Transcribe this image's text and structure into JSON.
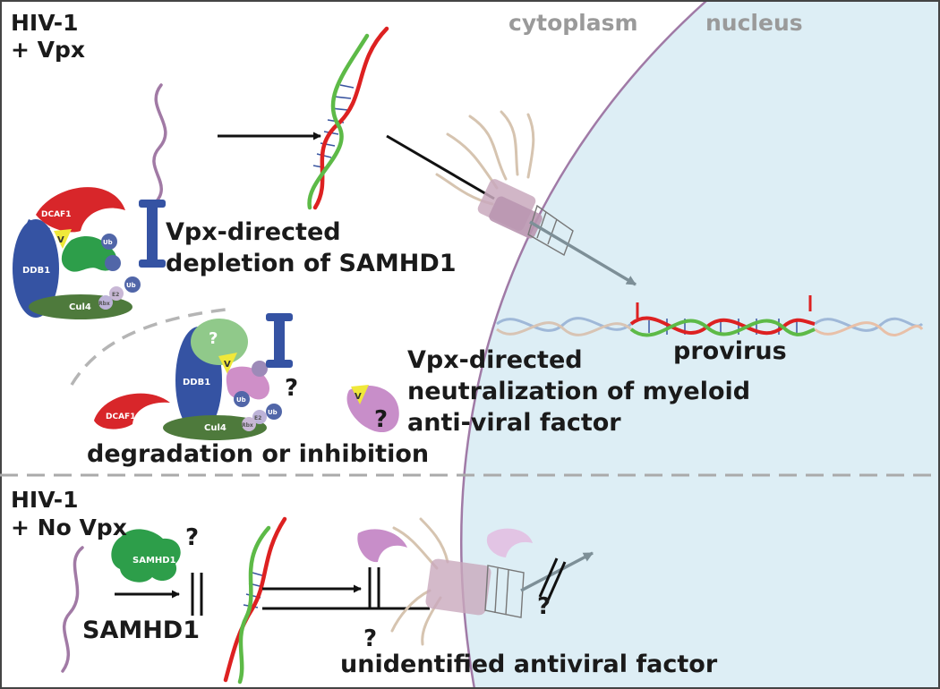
{
  "regions": {
    "cytoplasm": "cytoplasm",
    "nucleus": "nucleus"
  },
  "top_panel": {
    "condition_line1": "HIV-1",
    "condition_line2": "+ Vpx",
    "depletion_line1": "Vpx-directed",
    "depletion_line2": "depletion of SAMHD1",
    "provirus": "provirus",
    "neutralization_line1": "Vpx-directed",
    "neutralization_line2": "neutralization of myeloid",
    "neutralization_line3": "anti-viral factor",
    "degradation": "degradation or inhibition",
    "complex_labels": {
      "dcaf1": "DCAF1",
      "ddb1": "DDB1",
      "cul4": "Cul4",
      "ub": "Ub",
      "e2": "E2",
      "rbx": "Rbx",
      "vpx": "V"
    },
    "unknown_marks": {
      "q_on_complex": "?",
      "q_near_ub": "?",
      "q_near_factor": "?"
    }
  },
  "bottom_panel": {
    "condition_line1": "HIV-1",
    "condition_line2": "+ No Vpx",
    "samhd1_protein": "SAMHD1",
    "samhd1_block": "SAMHD1",
    "unidentified": "unidentified antiviral factor",
    "unknown_marks": {
      "q_top": "?",
      "q_nuclear": "?",
      "q_lower": "?"
    }
  },
  "colors": {
    "nucleus_fill": "#ddeef5",
    "nuclear_envelope": "#a07aa6",
    "rna": "#a17aa5",
    "dna_red": "#dd2121",
    "dna_green": "#5dba47",
    "ddb1": "#3553a3",
    "dcaf1": "#d8262a",
    "cul4": "#4e7a3c",
    "samhd1": "#2d9e4a",
    "antiviral_factor": "#c88ec9",
    "vpx": "#f0e83a",
    "divider": "#aaaaaa"
  }
}
